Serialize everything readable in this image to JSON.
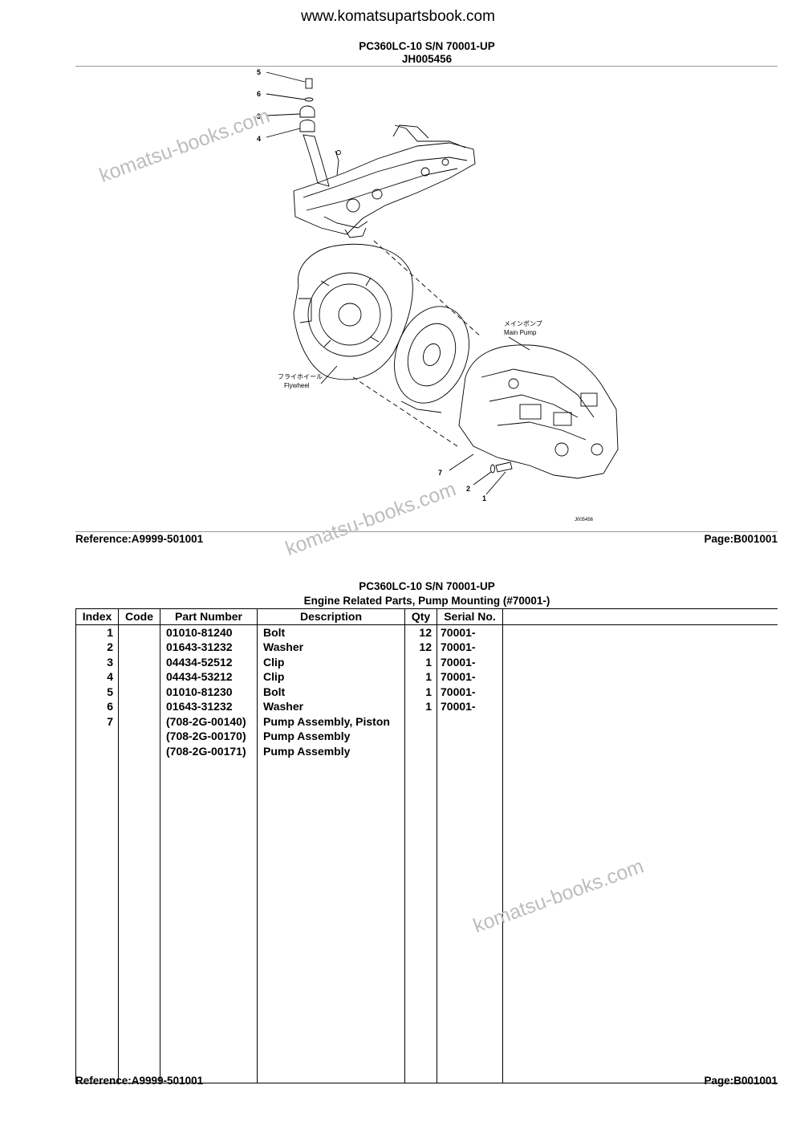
{
  "header": {
    "site": "www.komatsupartsbook.com",
    "model": "PC360LC-10 S/N 70001-UP",
    "illustration_id": "JH005456"
  },
  "diagram": {
    "callouts": [
      "5",
      "6",
      "3",
      "4",
      "7",
      "2",
      "1"
    ],
    "labels": {
      "main_pump_jp": "メインポンプ",
      "main_pump": "Main Pump",
      "flywheel_jp": "フライホイール",
      "flywheel": "Flywheel",
      "drawing_code": "J005456"
    }
  },
  "footer_top": {
    "reference": "Reference:A9999-501001",
    "page": "Page:B001001"
  },
  "table_header": {
    "model": "PC360LC-10 S/N 70001-UP",
    "section": "Engine Related Parts, Pump Mounting (#70001-)"
  },
  "columns": {
    "index": "Index",
    "code": "Code",
    "part_number": "Part Number",
    "description": "Description",
    "qty": "Qty",
    "serial": "Serial No."
  },
  "rows": [
    {
      "index": "1",
      "code": "",
      "part_number": "01010-81240",
      "description": "Bolt",
      "qty": "12",
      "serial": "70001-"
    },
    {
      "index": "2",
      "code": "",
      "part_number": "01643-31232",
      "description": "Washer",
      "qty": "12",
      "serial": "70001-"
    },
    {
      "index": "3",
      "code": "",
      "part_number": "04434-52512",
      "description": "Clip",
      "qty": "1",
      "serial": "70001-"
    },
    {
      "index": "4",
      "code": "",
      "part_number": "04434-53212",
      "description": "Clip",
      "qty": "1",
      "serial": "70001-"
    },
    {
      "index": "5",
      "code": "",
      "part_number": "01010-81230",
      "description": "Bolt",
      "qty": "1",
      "serial": "70001-"
    },
    {
      "index": "6",
      "code": "",
      "part_number": "01643-31232",
      "description": "Washer",
      "qty": "1",
      "serial": "70001-"
    },
    {
      "index": "7",
      "code": "",
      "part_number": "(708-2G-00140)",
      "description": "Pump Assembly, Piston",
      "qty": "",
      "serial": ""
    },
    {
      "index": "",
      "code": "",
      "part_number": "(708-2G-00170)",
      "description": "Pump Assembly",
      "qty": "",
      "serial": ""
    },
    {
      "index": "",
      "code": "",
      "part_number": "(708-2G-00171)",
      "description": "Pump Assembly",
      "qty": "",
      "serial": ""
    }
  ],
  "footer_bottom": {
    "reference": "Reference:A9999-501001",
    "page": "Page:B001001"
  },
  "watermark": "komatsu-books.com"
}
